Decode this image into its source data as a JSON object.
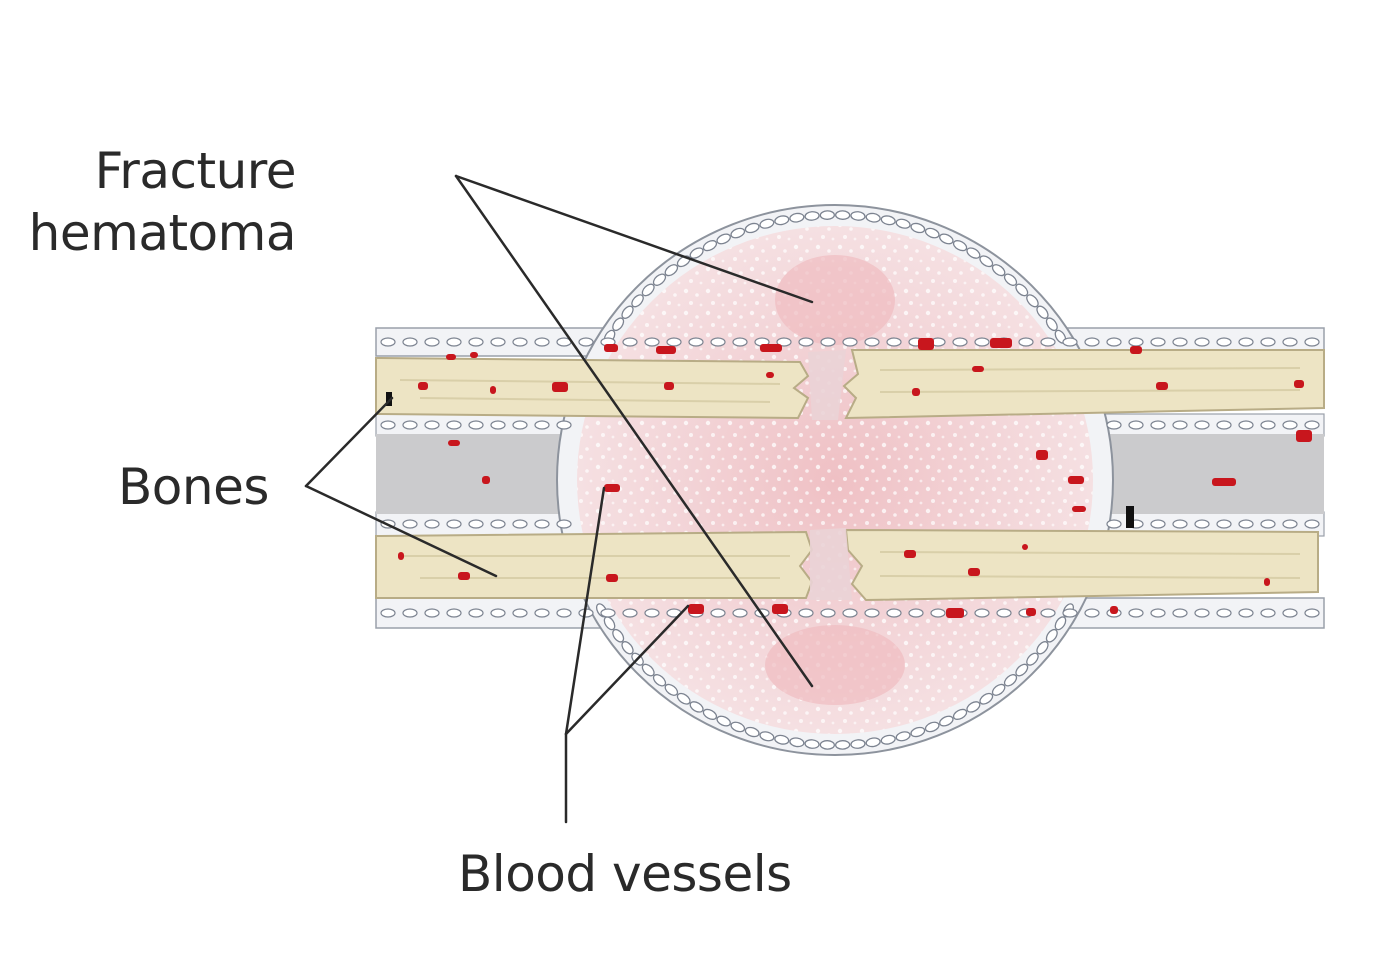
{
  "labels": {
    "fracture_line1": "Fracture",
    "fracture_line2": "hematoma",
    "bones": "Bones",
    "blood_vessels": "Blood vessels"
  },
  "colors": {
    "bone": "#ede4c4",
    "bone_edge": "#b8ac86",
    "marrow": "#cbcbcd",
    "hematoma": "#f4dcdf",
    "hematoma_core": "#f0bfc3",
    "periosteum": "#f2f3f6",
    "cell_outline": "#7c8390",
    "vessel": "#c8161d",
    "leader_line": "#2a2a2a",
    "text": "#2a2a2a"
  }
}
